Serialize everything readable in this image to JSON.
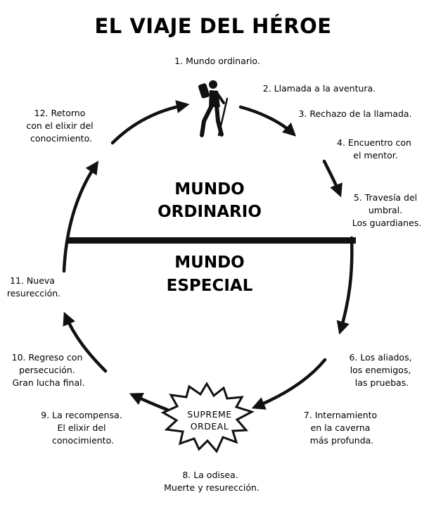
{
  "title": "EL VIAJE DEL HÉROE",
  "worlds": {
    "ordinary": [
      "MUNDO",
      "ORDINARIO"
    ],
    "special": [
      "MUNDO",
      "ESPECIAL"
    ]
  },
  "center_label": [
    "SUPREME",
    "ORDEAL"
  ],
  "stages": [
    {
      "id": 1,
      "lines": [
        "1. Mundo ordinario."
      ]
    },
    {
      "id": 2,
      "lines": [
        "2. Llamada a la aventura."
      ]
    },
    {
      "id": 3,
      "lines": [
        "3. Rechazo de la llamada."
      ]
    },
    {
      "id": 4,
      "lines": [
        "4. Encuentro con",
        "el mentor."
      ]
    },
    {
      "id": 5,
      "lines": [
        "5. Travesía del",
        "umbral.",
        "Los guardianes."
      ]
    },
    {
      "id": 6,
      "lines": [
        "6. Los aliados,",
        "los enemigos,",
        "las pruebas."
      ]
    },
    {
      "id": 7,
      "lines": [
        "7. Internamiento",
        "en la caverna",
        "más profunda."
      ]
    },
    {
      "id": 8,
      "lines": [
        "8. La odisea.",
        "Muerte y resurección."
      ]
    },
    {
      "id": 9,
      "lines": [
        "9. La recompensa.",
        "El elixir del",
        "conocimiento."
      ]
    },
    {
      "id": 10,
      "lines": [
        "10. Regreso con",
        "persecución.",
        "Gran lucha final."
      ]
    },
    {
      "id": 11,
      "lines": [
        "11. Nueva",
        "resurección."
      ]
    },
    {
      "id": 12,
      "lines": [
        "12. Retorno",
        "con el elixir del",
        "conocimiento."
      ]
    }
  ],
  "colors": {
    "ink": "#111111",
    "background": "#ffffff"
  },
  "icons": [
    "hiker-icon",
    "starburst-icon"
  ]
}
